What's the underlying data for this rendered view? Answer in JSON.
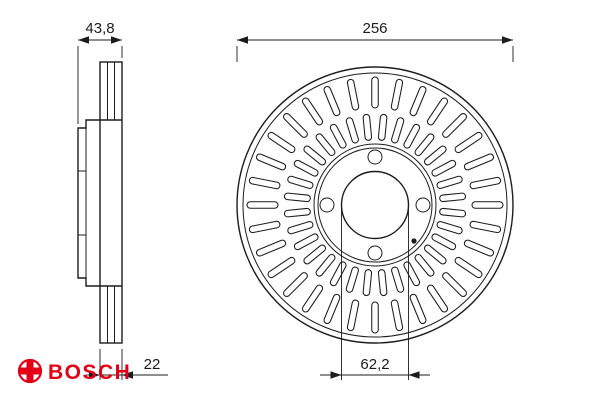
{
  "drawing": {
    "brand": "BOSCH",
    "dimensions": {
      "overall_width": "43,8",
      "disc_thickness": "22",
      "outer_diameter": "256",
      "center_bore": "62,2"
    },
    "colors": {
      "line": "#1c1c1c",
      "brand_red": "#e30016",
      "background": "#ffffff"
    }
  }
}
